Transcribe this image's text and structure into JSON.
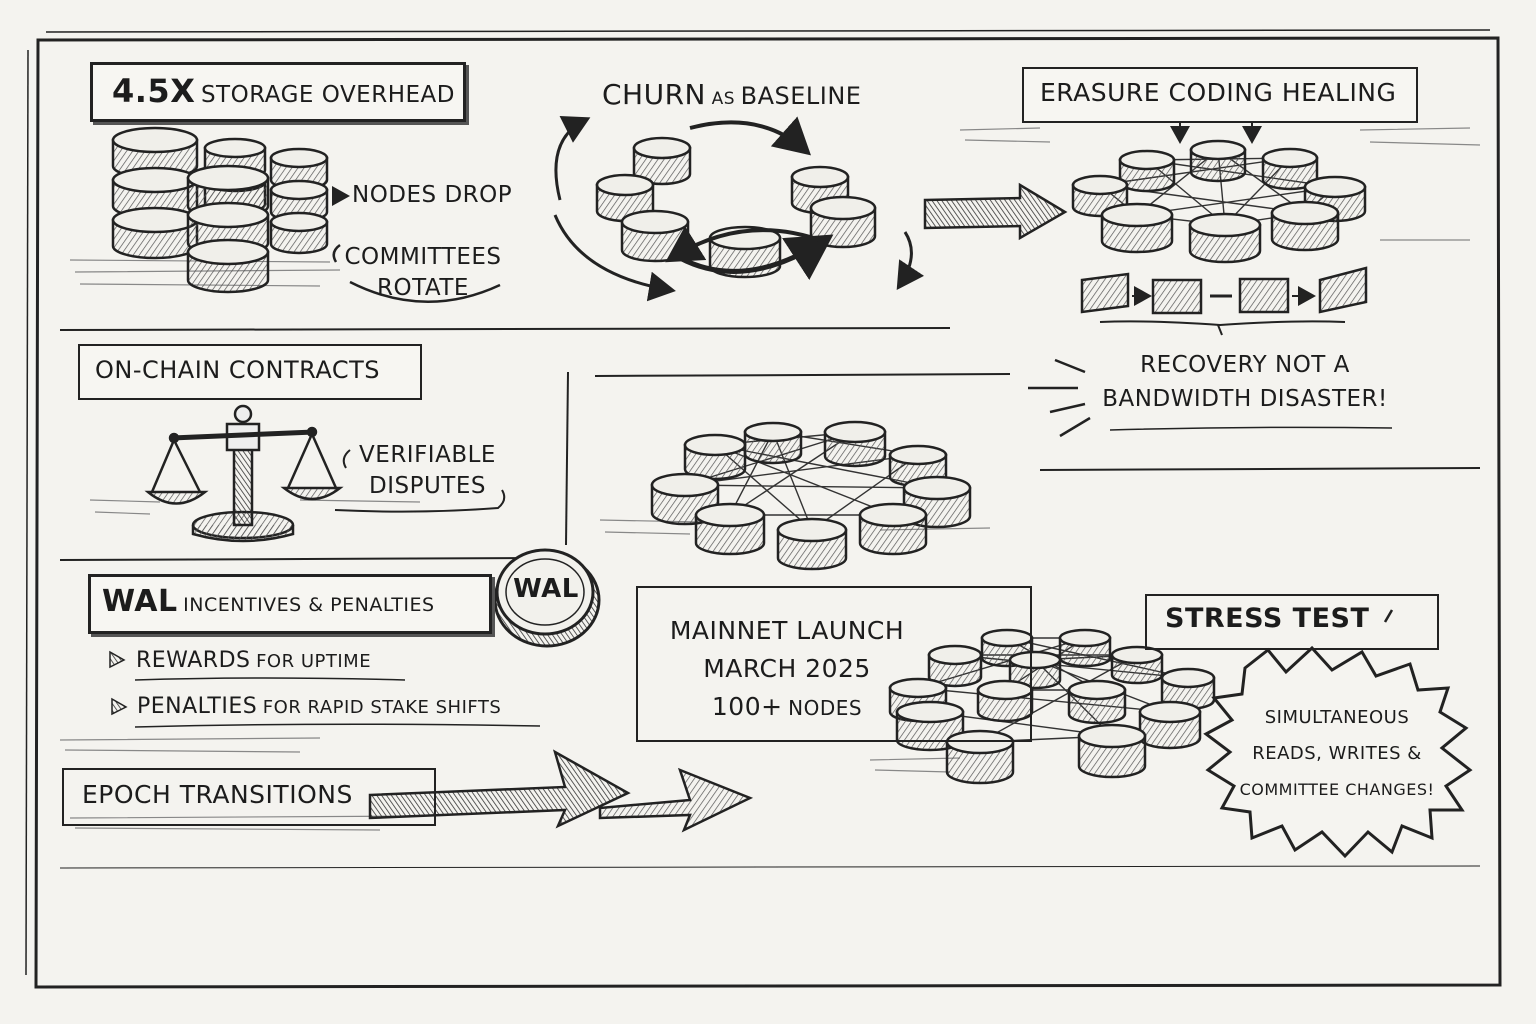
{
  "storage": {
    "title_big": "4.5x",
    "title_small": "Storage Overhead",
    "nodes_drop": "Nodes Drop",
    "committees_line1": "Committees",
    "committees_line2": "Rotate"
  },
  "churn": {
    "title_big": "Churn",
    "title_mid": "as",
    "title_end": "Baseline"
  },
  "erasure": {
    "title": "Erasure Coding Healing",
    "recovery_line1": "Recovery not a",
    "recovery_line2": "bandwidth disaster!"
  },
  "contracts": {
    "title": "On-Chain Contracts",
    "verifiable_line1": "Verifiable",
    "verifiable_line2": "Disputes"
  },
  "wal": {
    "title_big": "WAL",
    "title_rest": "Incentives & Penalties",
    "coin_label": "WAL",
    "bullet1_big": "Rewards",
    "bullet1_rest": "for uptime",
    "bullet2_big": "Penalties",
    "bullet2_rest": "for rapid stake shifts"
  },
  "epoch": {
    "title": "Epoch Transitions"
  },
  "mainnet": {
    "line1": "Mainnet Launch",
    "line2": "March 2025",
    "line3_big": "100+",
    "line3_rest": "Nodes"
  },
  "stress": {
    "title": "Stress Test",
    "burst_line1": "Simultaneous",
    "burst_line2": "reads, writes &",
    "burst_line3": "committee changes!"
  },
  "colors": {
    "ink": "#1e1e1e",
    "paper": "#f4f3ef",
    "cylinder_fill": "#d6d6d2",
    "cylinder_top": "#efefeb"
  }
}
